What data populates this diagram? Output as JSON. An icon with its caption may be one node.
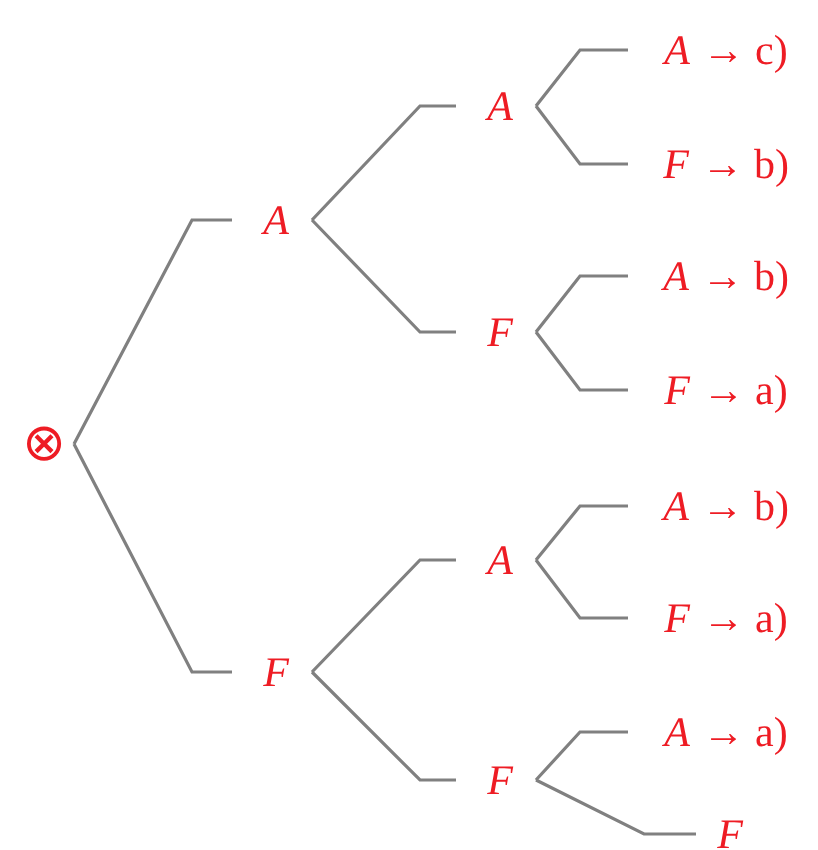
{
  "diagram": {
    "nodes": [
      {
        "text": [
          "⊗"
        ]
      },
      {
        "text": [
          "A"
        ]
      },
      {
        "text": [
          "A"
        ]
      },
      {
        "text": [
          "*A* → c)"
        ]
      },
      {
        "text": [
          "*F* → b)"
        ]
      },
      {
        "text": [
          "F"
        ]
      },
      {
        "text": [
          "*A* → b)"
        ]
      },
      {
        "text": [
          "*F* → a)"
        ]
      },
      {
        "text": [
          "F"
        ]
      },
      {
        "text": [
          "A"
        ]
      },
      {
        "text": [
          "*A* → b)"
        ]
      },
      {
        "text": [
          "*F* → a)"
        ]
      },
      {
        "text": [
          "F"
        ]
      },
      {
        "text": [
          "*A* → a)"
        ]
      },
      {
        "text": [
          "F"
        ]
      }
    ],
    "edges": [
      {
        "from": 0,
        "to": 1,
        "arrow": "none"
      },
      {
        "from": 0,
        "to": 8,
        "arrow": "none"
      },
      {
        "from": 1,
        "to": 2,
        "arrow": "none"
      },
      {
        "from": 1,
        "to": 5,
        "arrow": "none"
      },
      {
        "from": 2,
        "to": 3,
        "arrow": "none"
      },
      {
        "from": 2,
        "to": 4,
        "arrow": "none"
      },
      {
        "from": 5,
        "to": 6,
        "arrow": "none"
      },
      {
        "from": 5,
        "to": 7,
        "arrow": "none"
      },
      {
        "from": 8,
        "to": 9,
        "arrow": "none"
      },
      {
        "from": 8,
        "to": 12,
        "arrow": "none"
      },
      {
        "from": 9,
        "to": 10,
        "arrow": "none"
      },
      {
        "from": 9,
        "to": 11,
        "arrow": "none"
      },
      {
        "from": 12,
        "to": 13,
        "arrow": "none"
      },
      {
        "from": 12,
        "to": 14,
        "arrow": "none"
      }
    ]
  }
}
